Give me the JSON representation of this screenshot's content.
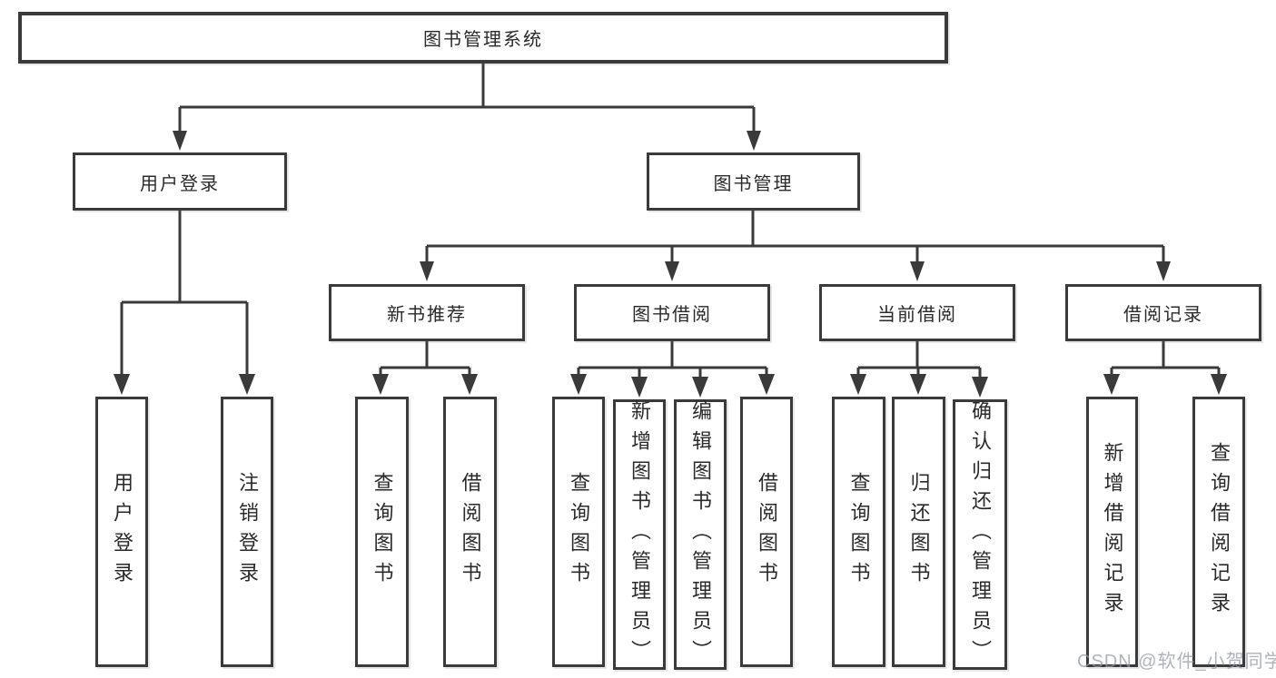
{
  "tree": {
    "root": {
      "label": "图书管理系统"
    },
    "level2": [
      {
        "label": "用户登录",
        "children": [
          {
            "label": "用户登录"
          },
          {
            "label": "注销登录"
          }
        ]
      },
      {
        "label": "图书管理"
      }
    ],
    "level3": [
      {
        "label": "新书推荐",
        "children": [
          {
            "label": "查询图书"
          },
          {
            "label": "借阅图书"
          }
        ]
      },
      {
        "label": "图书借阅",
        "children": [
          {
            "label": "查询图书"
          },
          {
            "label": "新增图书（管理员）"
          },
          {
            "label": "编辑图书（管理员）"
          },
          {
            "label": "借阅图书"
          }
        ]
      },
      {
        "label": "当前借阅",
        "children": [
          {
            "label": "查询图书"
          },
          {
            "label": "归还图书"
          },
          {
            "label": "确认归还（管理员）"
          }
        ]
      },
      {
        "label": "借阅记录",
        "children": [
          {
            "label": "新增借阅记录"
          },
          {
            "label": "查询借阅记录"
          }
        ]
      }
    ]
  },
  "watermark": {
    "text": "CSDN @软件_小贺同学"
  },
  "colors": {
    "line": "#3a3a3a",
    "box_border": "#3a3a3a",
    "text": "#2a2a2a",
    "watermark_text": "#949aa4",
    "background": "#ffffff"
  }
}
